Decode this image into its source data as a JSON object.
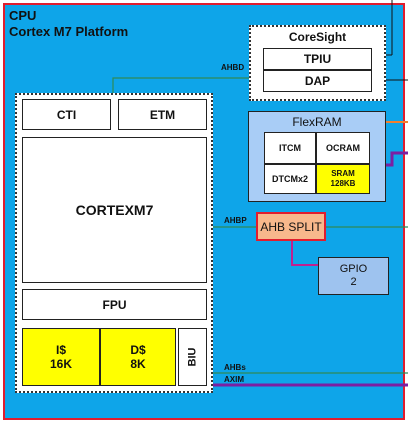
{
  "title": {
    "line1": "CPU",
    "line2": "Cortex M7 Platform"
  },
  "coresight": {
    "title": "CoreSight",
    "tpiu": "TPIU",
    "dap": "DAP"
  },
  "core": {
    "cti": "CTI",
    "etm": "ETM",
    "cortex": "CORTEXM7",
    "fpu": "FPU",
    "icache": [
      "I$",
      "16K"
    ],
    "dcache": [
      "D$",
      "8K"
    ],
    "biu": "BIU"
  },
  "flexram": {
    "title": "FlexRAM",
    "itcm": "ITCM",
    "ocram": "OCRAM",
    "dtcm": "DTCMx2",
    "sram": [
      "SRAM",
      "128KB"
    ]
  },
  "ahbsplit": "AHB SPLIT",
  "gpio": [
    "GPIO",
    "2"
  ],
  "buses": {
    "ahbd": "AHBD",
    "ahbp": "AHBP",
    "ahbs": "AHBs",
    "axim": "AXIM"
  },
  "colors": {
    "background": "#0ea5e9",
    "frame": "#e11d2e",
    "flexram": "#a9cdf6",
    "gpio": "#9ec3ef",
    "ahbsplit": "#f8b88c",
    "cache": "#ffff00",
    "axim": "#7b1fa2",
    "ahbs_line": "#2e8b57",
    "orange_line": "#f08030",
    "magenta_line": "#c02090"
  }
}
